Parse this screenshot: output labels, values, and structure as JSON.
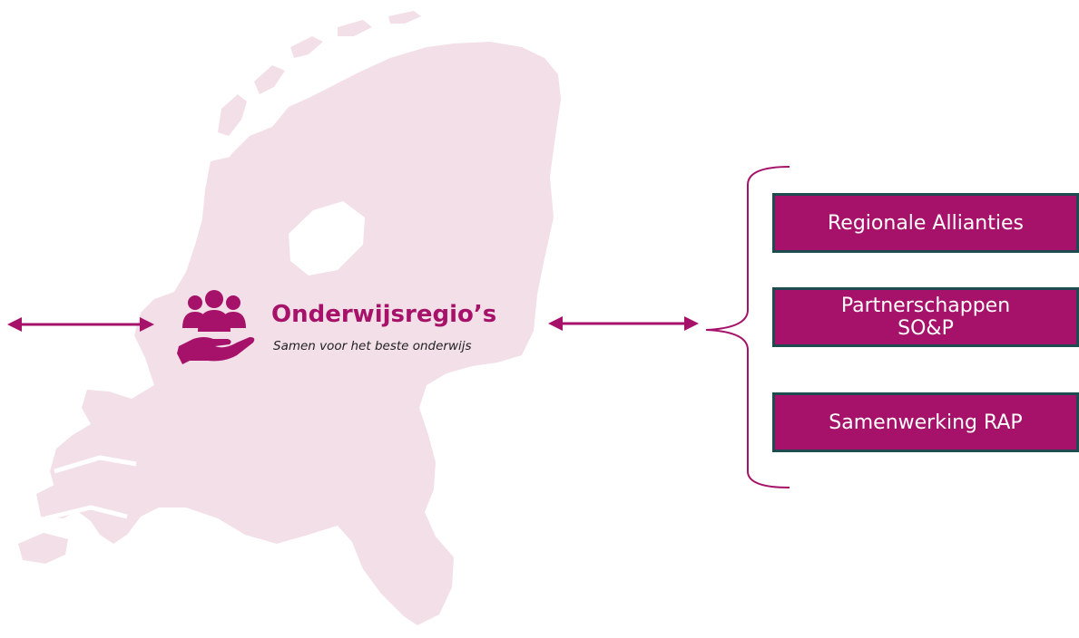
{
  "logo": {
    "title": "Onderwijsregio’s",
    "tagline": "Samen voor het beste onderwijs"
  },
  "boxes": [
    {
      "line1": "Regionale Allianties",
      "line2": ""
    },
    {
      "line1": "Partnerschappen",
      "line2": "SO&P"
    },
    {
      "line1": "Samenwerking RAP",
      "line2": ""
    }
  ],
  "colors": {
    "accent": "#a6126a",
    "box_border": "#1d4b4f",
    "map_fill": "#f3dfe7",
    "box_text": "#ffffff"
  },
  "icons": [
    "netherlands-map-icon",
    "people-hand-logo-icon",
    "double-arrow-icon",
    "curly-brace-icon"
  ]
}
